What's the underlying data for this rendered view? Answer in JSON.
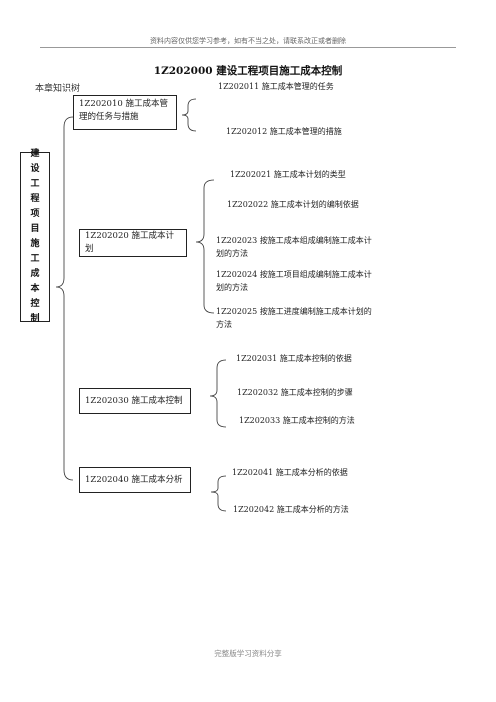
{
  "header_note": "资料内容仅供您学习参考，如有不当之处，请联系改正或者删除",
  "title": "1Z202000    建设工程项目施工成本控制",
  "knowledge_tree_label": "本章知识树",
  "root_label": "建设工程项目施工成本控制",
  "sections": [
    {
      "label": "1Z202010 施工成本管理的任务与措施",
      "items": [
        "1Z202011 施工成本管理的任务",
        "1Z202012 施工成本管理的措施"
      ]
    },
    {
      "label": "1Z202020 施工成本计划",
      "items": [
        "1Z202021 施工成本计划的类型",
        "1Z202022 施工成本计划的编制依据",
        "1Z202023 按施工成本组成编制施工成本计划的方法",
        "1Z202024 按施工项目组成编制施工成本计划的方法",
        "1Z202025 按施工进度编制施工成本计划的方法"
      ]
    },
    {
      "label": "1Z202030 施工成本控制",
      "items": [
        "1Z202031 施工成本控制的依据",
        "1Z202032 施工成本控制的步骤",
        "1Z202033 施工成本控制的方法"
      ]
    },
    {
      "label": "1Z202040 施工成本分析",
      "items": [
        "1Z202041 施工成本分析的依据",
        "1Z202042 施工成本分析的方法"
      ]
    }
  ],
  "footer": "完整版学习资料分享"
}
